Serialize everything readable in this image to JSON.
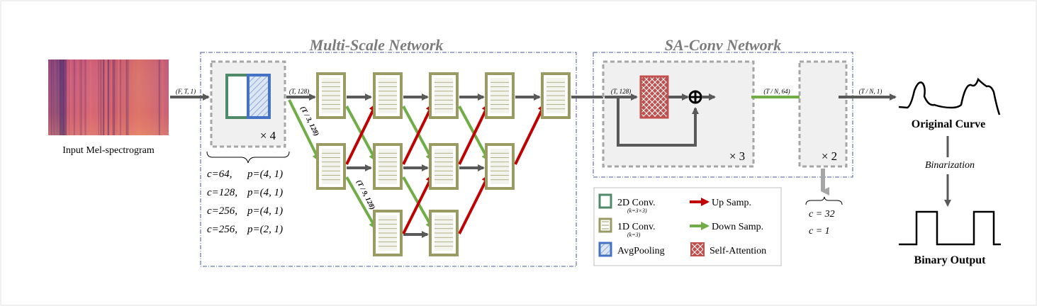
{
  "input": {
    "label": "Input Mel-spectrogram"
  },
  "multiscale": {
    "title": "Multi-Scale Network",
    "repeat": "× 4",
    "params": [
      {
        "c": "c=64,",
        "p": "p=(4, 1)"
      },
      {
        "c": "c=128,",
        "p": "p=(4, 1)"
      },
      {
        "c": "c=256,",
        "p": "p=(4, 1)"
      },
      {
        "c": "c=256,",
        "p": "p=(2, 1)"
      }
    ]
  },
  "saconv": {
    "title": "SA-Conv Network",
    "repeat_a": "× 3",
    "repeat_b": "× 2",
    "params": [
      "c = 32",
      "c = 1"
    ]
  },
  "dims": {
    "input": "(F, T, 1)",
    "ms_in": "(T, 128)",
    "down1": "(T / 3, 128)",
    "down2": "(T / 9, 128)",
    "sa_in": "(T, 128)",
    "sa_out": "(T / N, 64)",
    "out": "(T / N, 1)"
  },
  "output": {
    "original": "Original Curve",
    "binarization": "Binarization",
    "binary": "Binary Output"
  },
  "legend": {
    "conv2d": "2D Conv.",
    "conv2d_k": "(k=3×3)",
    "conv1d": "1D Conv.",
    "conv1d_k": "(k=3)",
    "avgpool": "AvgPooling",
    "up": "Up Samp.",
    "down": "Down Samp.",
    "selfatt": "Self-Attention"
  },
  "colors": {
    "conv2d": "#4e8a68",
    "conv1d": "#9a9b63",
    "avgpool": "#4472c4",
    "selfatt": "#c0504d",
    "up_arrow": "#c00000",
    "down_arrow": "#70ad47",
    "arrow": "#595959"
  }
}
